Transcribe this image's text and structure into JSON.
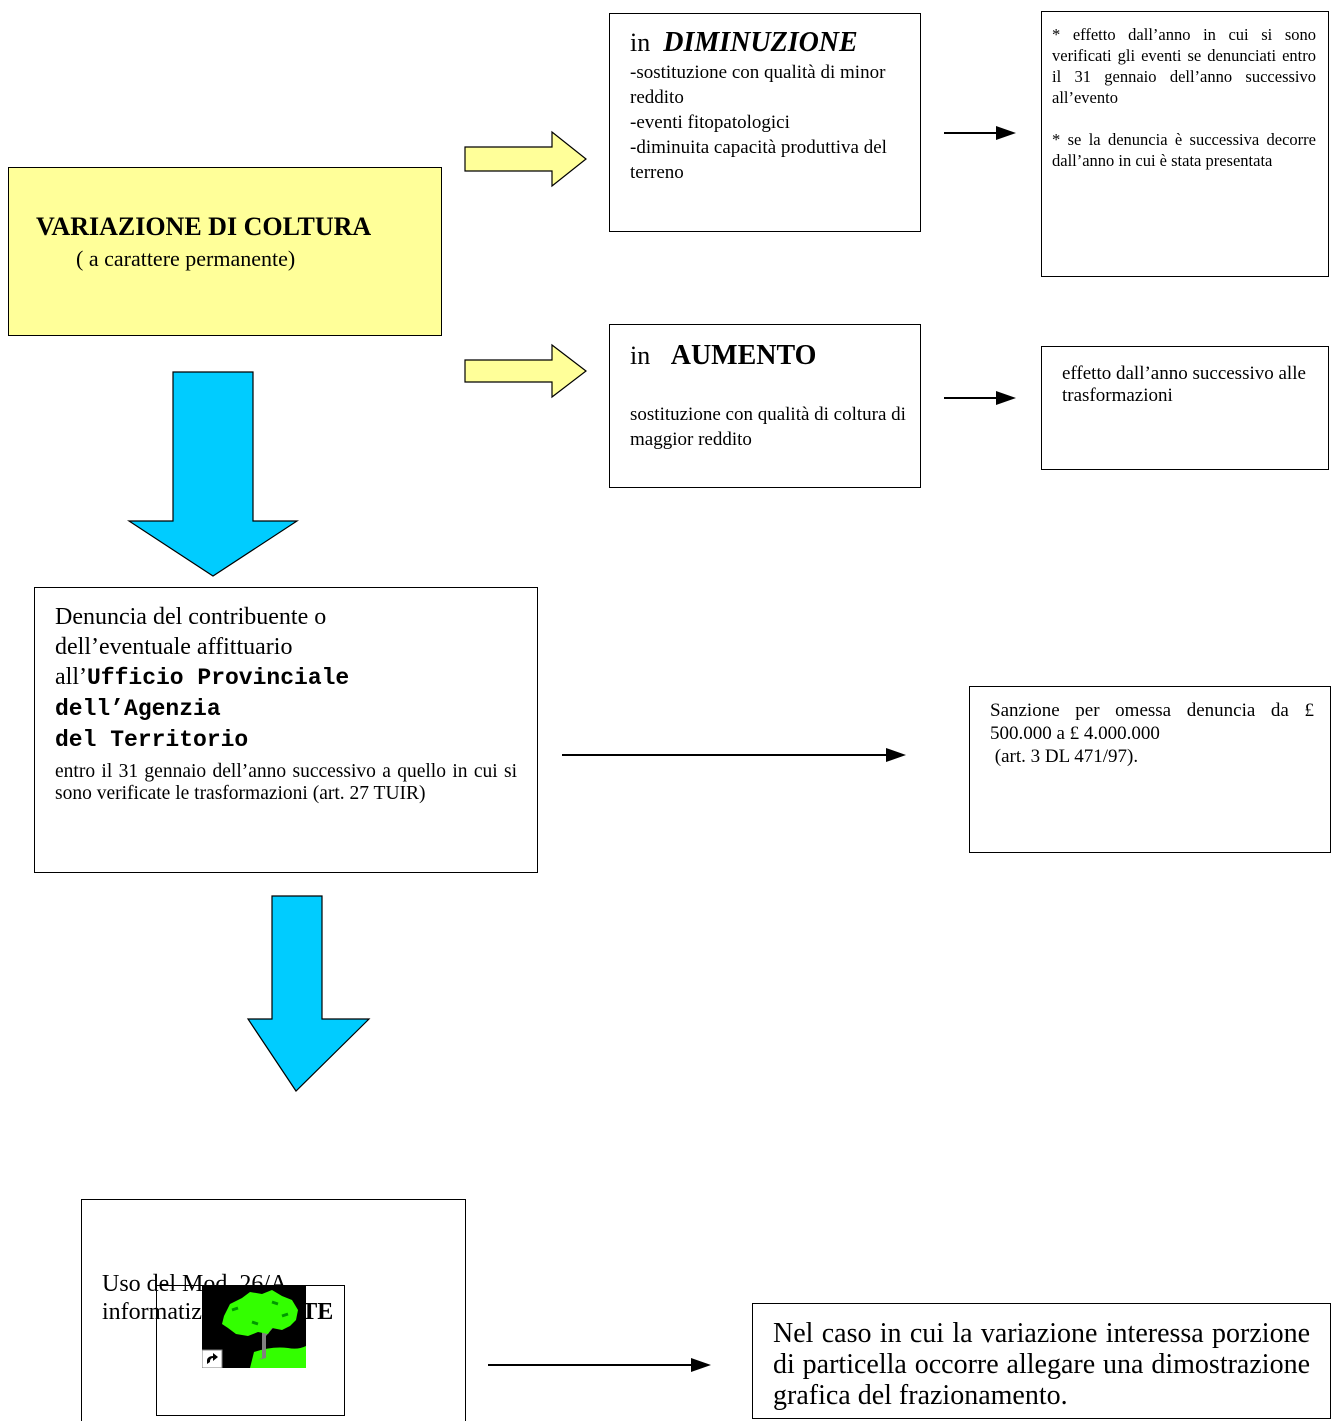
{
  "main": {
    "title": "VARIAZIONE DI COLTURA",
    "subtitle": "( a carattere permanente)"
  },
  "diminuzione": {
    "prefix": "in",
    "heading": "DIMINUZIONE",
    "items": [
      "-sostituzione con qualità di minor reddito",
      "-eventi fitopatologici",
      "-diminuita capacità produttiva del terreno"
    ],
    "effect_1": " * effetto dall’anno in cui si sono verificati gli eventi se denunciati entro il 31 gennaio dell’anno successivo all’evento",
    "effect_2": "* se la denuncia è successiva decorre dall’anno in cui è stata presentata"
  },
  "aumento": {
    "prefix": "in",
    "heading": "AUMENTO",
    "description": "sostituzione con qualità di coltura di maggior reddito",
    "effect": "effetto dall’anno successivo alle trasformazioni"
  },
  "denuncia": {
    "line_1": "Denuncia del contribuente o",
    "line_2": "dell’eventuale affittuario",
    "office_prefix": "all’",
    "office_line_1": "Ufficio Provinciale",
    "office_line_2": "dell’Agenzia",
    "office_line_3": "del Territorio",
    "deadline": "entro il 31 gennaio dell’anno successivo a quello in cui si sono verificate le trasformazioni (art. 27 TUIR)"
  },
  "sanzione": {
    "text": "Sanzione per omessa denuncia da £ 500.000 a £ 4.000.000",
    "reference": " (art. 3 DL 471/97)."
  },
  "uso": {
    "line_1": "Uso del Mod. 26/A",
    "line_2_prefix": "informatizzato ",
    "line_2_bold": "DOCTE",
    "icon": "tree-shortcut-icon"
  },
  "frazionamento": {
    "text": "Nel caso in cui la variazione interessa porzione di particella occorre allegare una dimostrazione grafica del frazionamento."
  },
  "colors": {
    "main_fill": "#ffff99",
    "big_arrow_fill": "#00ccff",
    "small_arrow_fill": "#ffff99",
    "tree_green": "#33ff00",
    "icon_background": "#000000"
  }
}
